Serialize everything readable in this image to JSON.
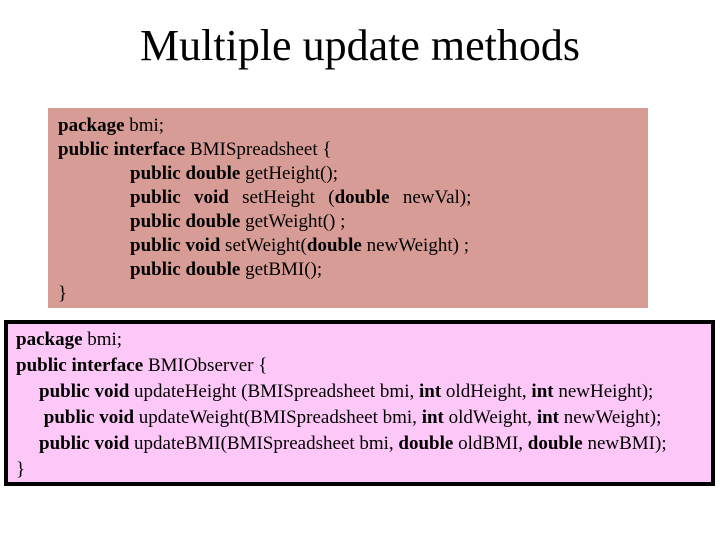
{
  "title": "Multiple update methods",
  "colors": {
    "slide_background": "#ffffff",
    "box1_background": "#d79c96",
    "box2_background": "#fdc8f7",
    "box2_border": "#000000",
    "text": "#000000"
  },
  "code_boxes": [
    {
      "name": "bmispreadsheet-interface-code",
      "background": "#d79c96",
      "lines": [
        {
          "indent": 0,
          "spread": false,
          "segments": [
            {
              "text": "package",
              "bold": true
            },
            {
              "text": " bmi;",
              "bold": false
            }
          ]
        },
        {
          "indent": 0,
          "spread": false,
          "segments": [
            {
              "text": "public interface",
              "bold": true
            },
            {
              "text": " BMISpreadsheet {",
              "bold": false
            }
          ]
        },
        {
          "indent": 1,
          "spread": false,
          "segments": [
            {
              "text": "public double",
              "bold": true
            },
            {
              "text": " getHeight();",
              "bold": false
            }
          ]
        },
        {
          "indent": 1,
          "spread": true,
          "segments": [
            {
              "text": "public void",
              "bold": true
            },
            {
              "text": " setHeight (",
              "bold": false
            },
            {
              "text": "double",
              "bold": true
            },
            {
              "text": " newVal);",
              "bold": false
            }
          ]
        },
        {
          "indent": 1,
          "spread": false,
          "segments": [
            {
              "text": "public double",
              "bold": true
            },
            {
              "text": " getWeight() ;",
              "bold": false
            }
          ]
        },
        {
          "indent": 1,
          "spread": false,
          "segments": [
            {
              "text": "public void",
              "bold": true
            },
            {
              "text": " setWeight(",
              "bold": false
            },
            {
              "text": "double",
              "bold": true
            },
            {
              "text": " newWeight) ;",
              "bold": false
            }
          ]
        },
        {
          "indent": 1,
          "spread": false,
          "segments": [
            {
              "text": "public double",
              "bold": true
            },
            {
              "text": " getBMI();",
              "bold": false
            }
          ]
        },
        {
          "indent": 0,
          "spread": false,
          "segments": [
            {
              "text": "}",
              "bold": false
            }
          ]
        }
      ]
    },
    {
      "name": "bmiobserver-interface-code",
      "background": "#fdc8f7",
      "lines": [
        {
          "indent": 0,
          "spread": false,
          "segments": [
            {
              "text": "package",
              "bold": true
            },
            {
              "text": " bmi;",
              "bold": false
            }
          ]
        },
        {
          "indent": 0,
          "spread": false,
          "segments": [
            {
              "text": "public interface",
              "bold": true
            },
            {
              "text": " BMIObserver {",
              "bold": false
            }
          ]
        },
        {
          "indent": 1,
          "spread": false,
          "segments": [
            {
              "text": "public void",
              "bold": true
            },
            {
              "text": " updateHeight (BMISpreadsheet bmi, ",
              "bold": false
            },
            {
              "text": "int",
              "bold": true
            },
            {
              "text": " oldHeight, ",
              "bold": false
            },
            {
              "text": "int",
              "bold": true
            },
            {
              "text": " newHeight);",
              "bold": false
            }
          ]
        },
        {
          "indent": 1,
          "spread": false,
          "segments": [
            {
              "text": " ",
              "bold": false
            },
            {
              "text": "public void",
              "bold": true
            },
            {
              "text": " updateWeight(BMISpreadsheet bmi, ",
              "bold": false
            },
            {
              "text": "int",
              "bold": true
            },
            {
              "text": " oldWeight, ",
              "bold": false
            },
            {
              "text": "int",
              "bold": true
            },
            {
              "text": " newWeight);",
              "bold": false
            }
          ]
        },
        {
          "indent": 1,
          "spread": false,
          "segments": [
            {
              "text": "public void",
              "bold": true
            },
            {
              "text": " updateBMI(BMISpreadsheet bmi, ",
              "bold": false
            },
            {
              "text": "double",
              "bold": true
            },
            {
              "text": " oldBMI, ",
              "bold": false
            },
            {
              "text": "double",
              "bold": true
            },
            {
              "text": " newBMI);",
              "bold": false
            }
          ]
        },
        {
          "indent": 0,
          "spread": false,
          "segments": [
            {
              "text": "}",
              "bold": false
            }
          ]
        }
      ]
    }
  ]
}
